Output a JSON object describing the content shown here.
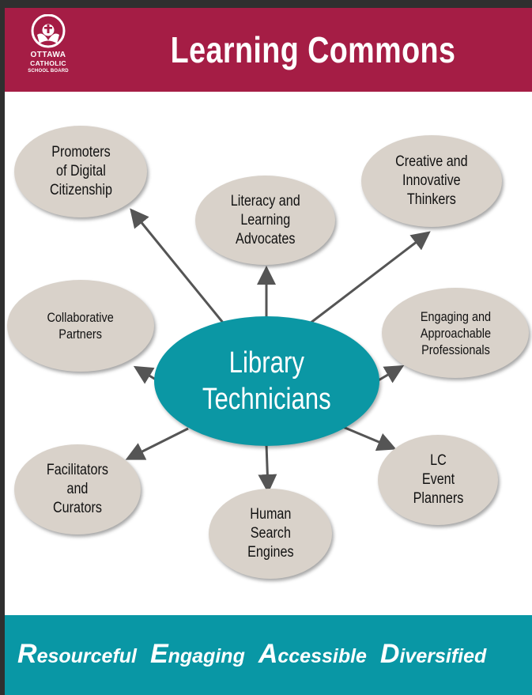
{
  "header": {
    "title": "Learning Commons",
    "logo": {
      "line1": "OTTAWA",
      "line2": "CATHOLIC",
      "line3": "SCHOOL BOARD"
    }
  },
  "diagram": {
    "center": "Library\nTechnicians",
    "nodes": [
      {
        "id": "digital",
        "label": "Promoters\nof Digital\nCitizenship"
      },
      {
        "id": "literacy",
        "label": "Literacy and\nLearning\nAdvocates"
      },
      {
        "id": "creative",
        "label": "Creative and\nInnovative\nThinkers"
      },
      {
        "id": "collab",
        "label": "Collaborative\nPartners"
      },
      {
        "id": "engaging",
        "label": "Engaging and\nApproachable\nProfessionals"
      },
      {
        "id": "facilitators",
        "label": "Facilitators\nand\nCurators"
      },
      {
        "id": "search",
        "label": "Human\nSearch\nEngines"
      },
      {
        "id": "events",
        "label": "LC\nEvent\nPlanners"
      }
    ]
  },
  "footer": {
    "words": [
      {
        "initial": "R",
        "rest": "esourceful"
      },
      {
        "initial": "E",
        "rest": "ngaging"
      },
      {
        "initial": "A",
        "rest": "ccessible"
      },
      {
        "initial": "D",
        "rest": "iversified"
      }
    ]
  },
  "colors": {
    "header": "#a51d45",
    "center": "#0b97a4",
    "node": "#d9d2ca",
    "footer": "#0997a5",
    "arrow": "#555555"
  }
}
